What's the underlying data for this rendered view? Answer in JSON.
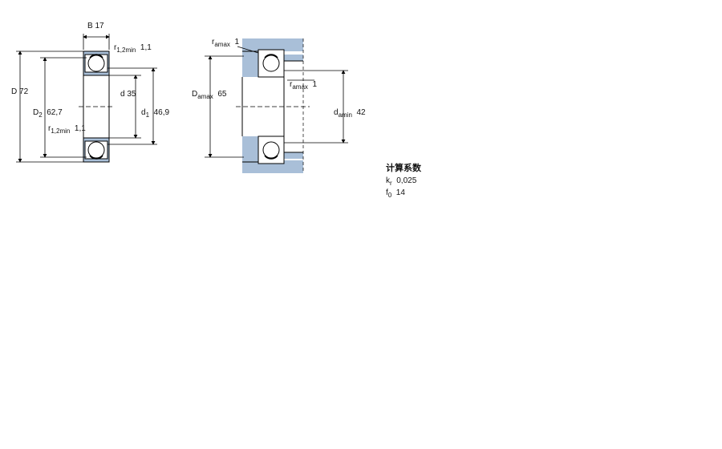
{
  "bearing": {
    "B": {
      "sym": "B",
      "val": "17"
    },
    "r12_top": {
      "sym": "r",
      "sub": "1,2min",
      "val": "1,1"
    },
    "D": {
      "sym": "D",
      "val": "72"
    },
    "D2": {
      "sym": "D",
      "sub": "2",
      "val": "62,7"
    },
    "r12_bot": {
      "sym": "r",
      "sub": "1,2min",
      "val": "1,1"
    },
    "d": {
      "sym": "d",
      "val": "35"
    },
    "d1": {
      "sym": "d",
      "sub": "1",
      "val": "46,9"
    }
  },
  "mounting": {
    "ra_top": {
      "sym": "r",
      "sub": "amax",
      "val": "1"
    },
    "Da": {
      "sym": "D",
      "sub": "amax",
      "val": "65"
    },
    "ra_inner": {
      "sym": "r",
      "sub": "amax",
      "val": "1"
    },
    "da": {
      "sym": "d",
      "sub": "amin",
      "val": "42"
    }
  },
  "calc": {
    "title": "计算系数",
    "kr": {
      "sym": "k",
      "sub": "r",
      "val": "0,025"
    },
    "f0": {
      "sym": "f",
      "sub": "0",
      "val": "14"
    }
  },
  "colors": {
    "shade": "#a9bfd8",
    "line": "#000000"
  }
}
